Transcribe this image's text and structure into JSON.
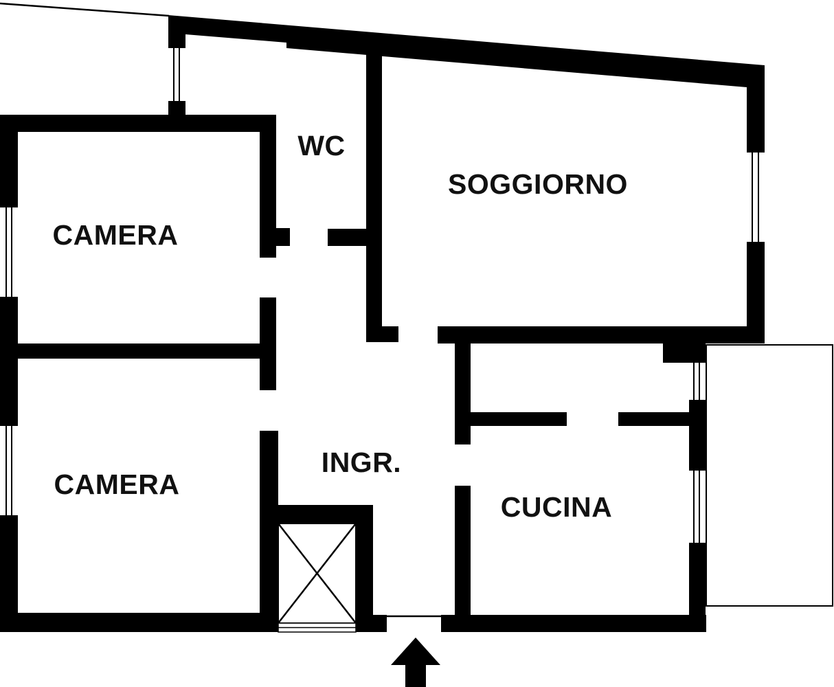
{
  "page": {
    "background": "#ffffff"
  },
  "floor_plan": {
    "kind": "apartment-floor-plan",
    "wall_color": "#000000",
    "label_color": "#111111",
    "rooms": [
      {
        "id": "camera-top",
        "label": "CAMERA"
      },
      {
        "id": "wc",
        "label": "WC"
      },
      {
        "id": "soggiorno",
        "label": "SOGGIORNO"
      },
      {
        "id": "camera-bottom",
        "label": "CAMERA"
      },
      {
        "id": "ingresso",
        "label": "INGR."
      },
      {
        "id": "cucina",
        "label": "CUCINA"
      }
    ],
    "symbols": [
      "window-double-line",
      "door-opening",
      "elevator-shaft-x",
      "balcony-outline",
      "entrance-arrow"
    ]
  }
}
